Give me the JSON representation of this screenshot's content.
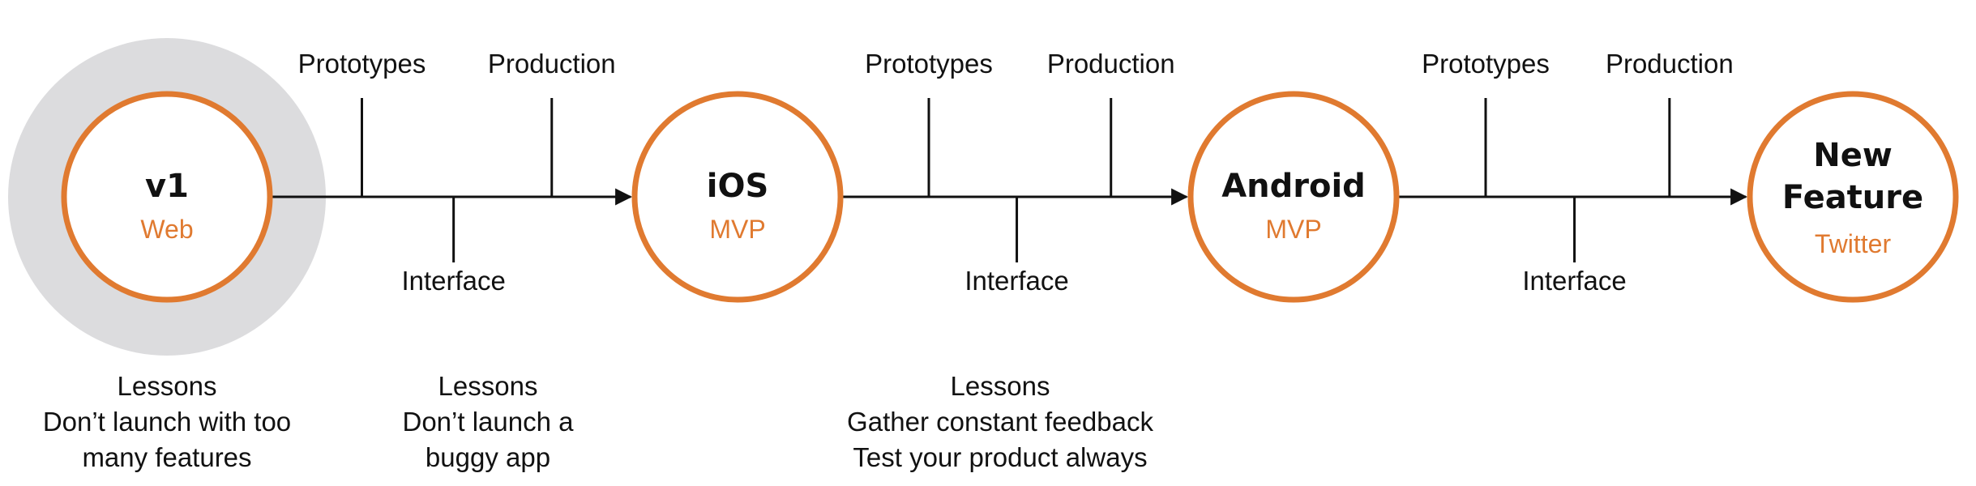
{
  "colors": {
    "accent": "#e07a30",
    "line": "#111111",
    "highlight": "#dcdcde",
    "background": "#ffffff"
  },
  "nodes": [
    {
      "title_lines": [
        "v1"
      ],
      "subtitle": "Web",
      "highlighted": true
    },
    {
      "title_lines": [
        "iOS"
      ],
      "subtitle": "MVP",
      "highlighted": false
    },
    {
      "title_lines": [
        "Android"
      ],
      "subtitle": "MVP",
      "highlighted": false
    },
    {
      "title_lines": [
        "New",
        "Feature"
      ],
      "subtitle": "Twitter",
      "highlighted": false
    }
  ],
  "segments": [
    {
      "milestones": {
        "prototypes": "Prototypes",
        "production": "Production",
        "interface": "Interface"
      }
    },
    {
      "milestones": {
        "prototypes": "Prototypes",
        "production": "Production",
        "interface": "Interface"
      }
    },
    {
      "milestones": {
        "prototypes": "Prototypes",
        "production": "Production",
        "interface": "Interface"
      }
    }
  ],
  "lessons": [
    {
      "lines": [
        "Lessons",
        "Don’t launch with too",
        "many features"
      ]
    },
    {
      "lines": [
        "Lessons",
        "Don’t launch a",
        "buggy app"
      ]
    },
    {
      "lines": [
        "Lessons",
        "Gather constant feedback",
        "Test your product always"
      ]
    }
  ]
}
